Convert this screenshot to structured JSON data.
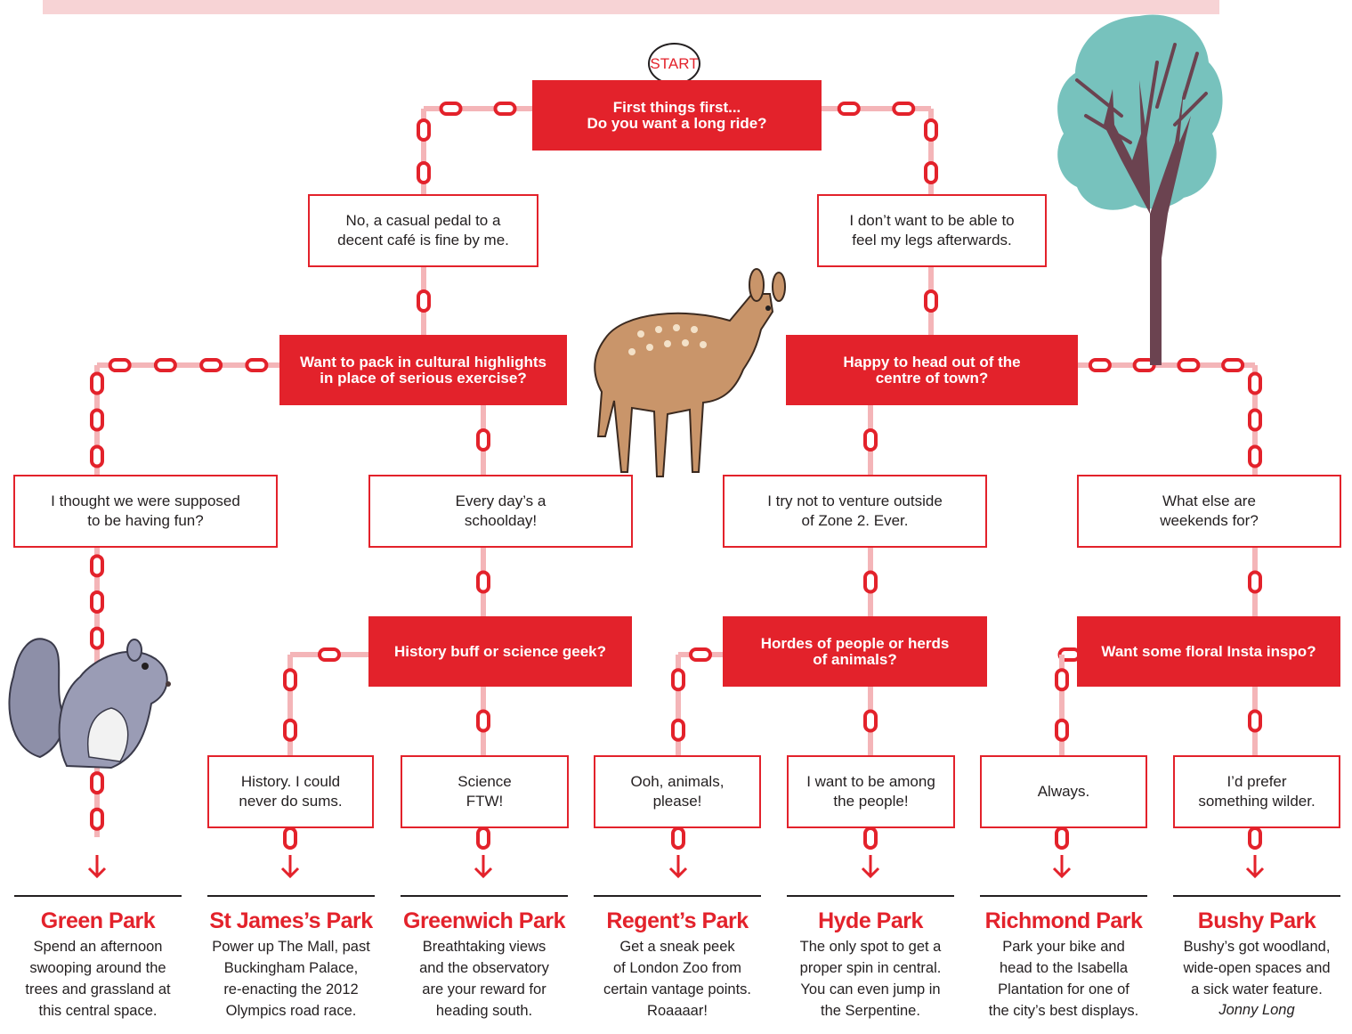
{
  "start_label": "START",
  "questions": {
    "long_ride": "First things first...\nDo you want a long ride?",
    "cultural": "Want to pack in cultural highlights\nin place of serious exercise?",
    "out_of_town": "Happy to head out of the\ncentre of town?",
    "history_science": "History buff or science geek?",
    "people_animals": "Hordes of people or herds\nof animals?",
    "floral": "Want some floral Insta inspo?"
  },
  "answers": {
    "casual": "No, a casual pedal to a\ndecent café is fine by me.",
    "legs": "I don’t want to be able to\nfeel  my legs afterwards.",
    "fun": "I thought we were supposed\nto be having fun?",
    "schoolday": "Every day’s a\nschoolday!",
    "zone2": "I try not to venture outside\nof Zone 2. Ever.",
    "weekends": "What else are\nweekends for?",
    "history": "History. I could\nnever do sums.",
    "science": "Science\nFTW!",
    "animals": "Ooh, animals,\nplease!",
    "people": "I want to be among\nthe people!",
    "always": "Always.",
    "wilder": "I’d prefer\nsomething wilder."
  },
  "results": [
    {
      "name": "Green Park",
      "desc": "Spend an afternoon\nswooping around the\ntrees and grassland at\nthis central space."
    },
    {
      "name": "St James’s Park",
      "desc": "Power up The Mall, past\nBuckingham Palace,\nre-enacting the 2012\nOlympics road race."
    },
    {
      "name": "Greenwich Park",
      "desc": "Breathtaking views\nand the observatory\nare your reward for\nheading south."
    },
    {
      "name": "Regent’s Park",
      "desc": "Get a sneak peek\nof London Zoo from\ncertain vantage points.\nRoaaaar!"
    },
    {
      "name": "Hyde Park",
      "desc": "The only spot to get a\nproper spin in central.\nYou can even jump in\nthe Serpentine."
    },
    {
      "name": "Richmond Park",
      "desc": "Park your bike and\nhead to the Isabella\nPlantation for one of\nthe city’s best displays."
    },
    {
      "name": "Bushy Park",
      "desc": "Bushy’s got woodland,\nwide-open spaces and\na sick water feature.",
      "byline": "Jonny Long"
    }
  ],
  "colors": {
    "accent": "#e3222b",
    "chain_link": "#f4b5b8",
    "tree_canopy": "#77c2bd",
    "tree_trunk": "#6b4350"
  }
}
